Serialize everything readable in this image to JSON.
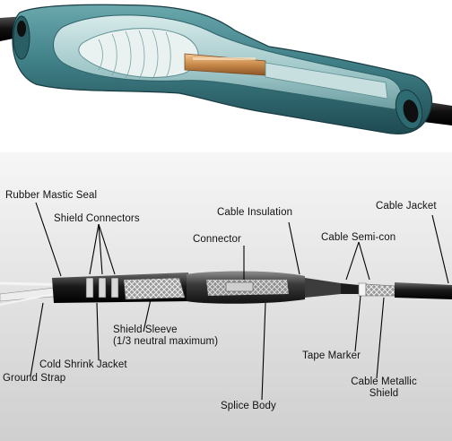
{
  "labels": {
    "rubber_mastic_seal": "Rubber Mastic Seal",
    "shield_connectors": "Shield Connectors",
    "cable_insulation": "Cable Insulation",
    "cable_jacket": "Cable Jacket",
    "connector": "Connector",
    "cable_semi_con": "Cable Semi-con",
    "shield_sleeve": "Shield Sleeve",
    "shield_sleeve_note": "(1/3 neutral maximum)",
    "cold_shrink_jacket": "Cold Shrink Jacket",
    "ground_strap": "Ground Strap",
    "tape_marker": "Tape Marker",
    "cable_metallic_line1": "Cable Metallic",
    "cable_metallic_line2": "Shield",
    "splice_body": "Splice Body"
  },
  "colors": {
    "body_teal": "#3f7f86",
    "body_dark": "#1f4a52",
    "copper": "#c98a4a",
    "panel_bg": "#e4e4e4"
  }
}
